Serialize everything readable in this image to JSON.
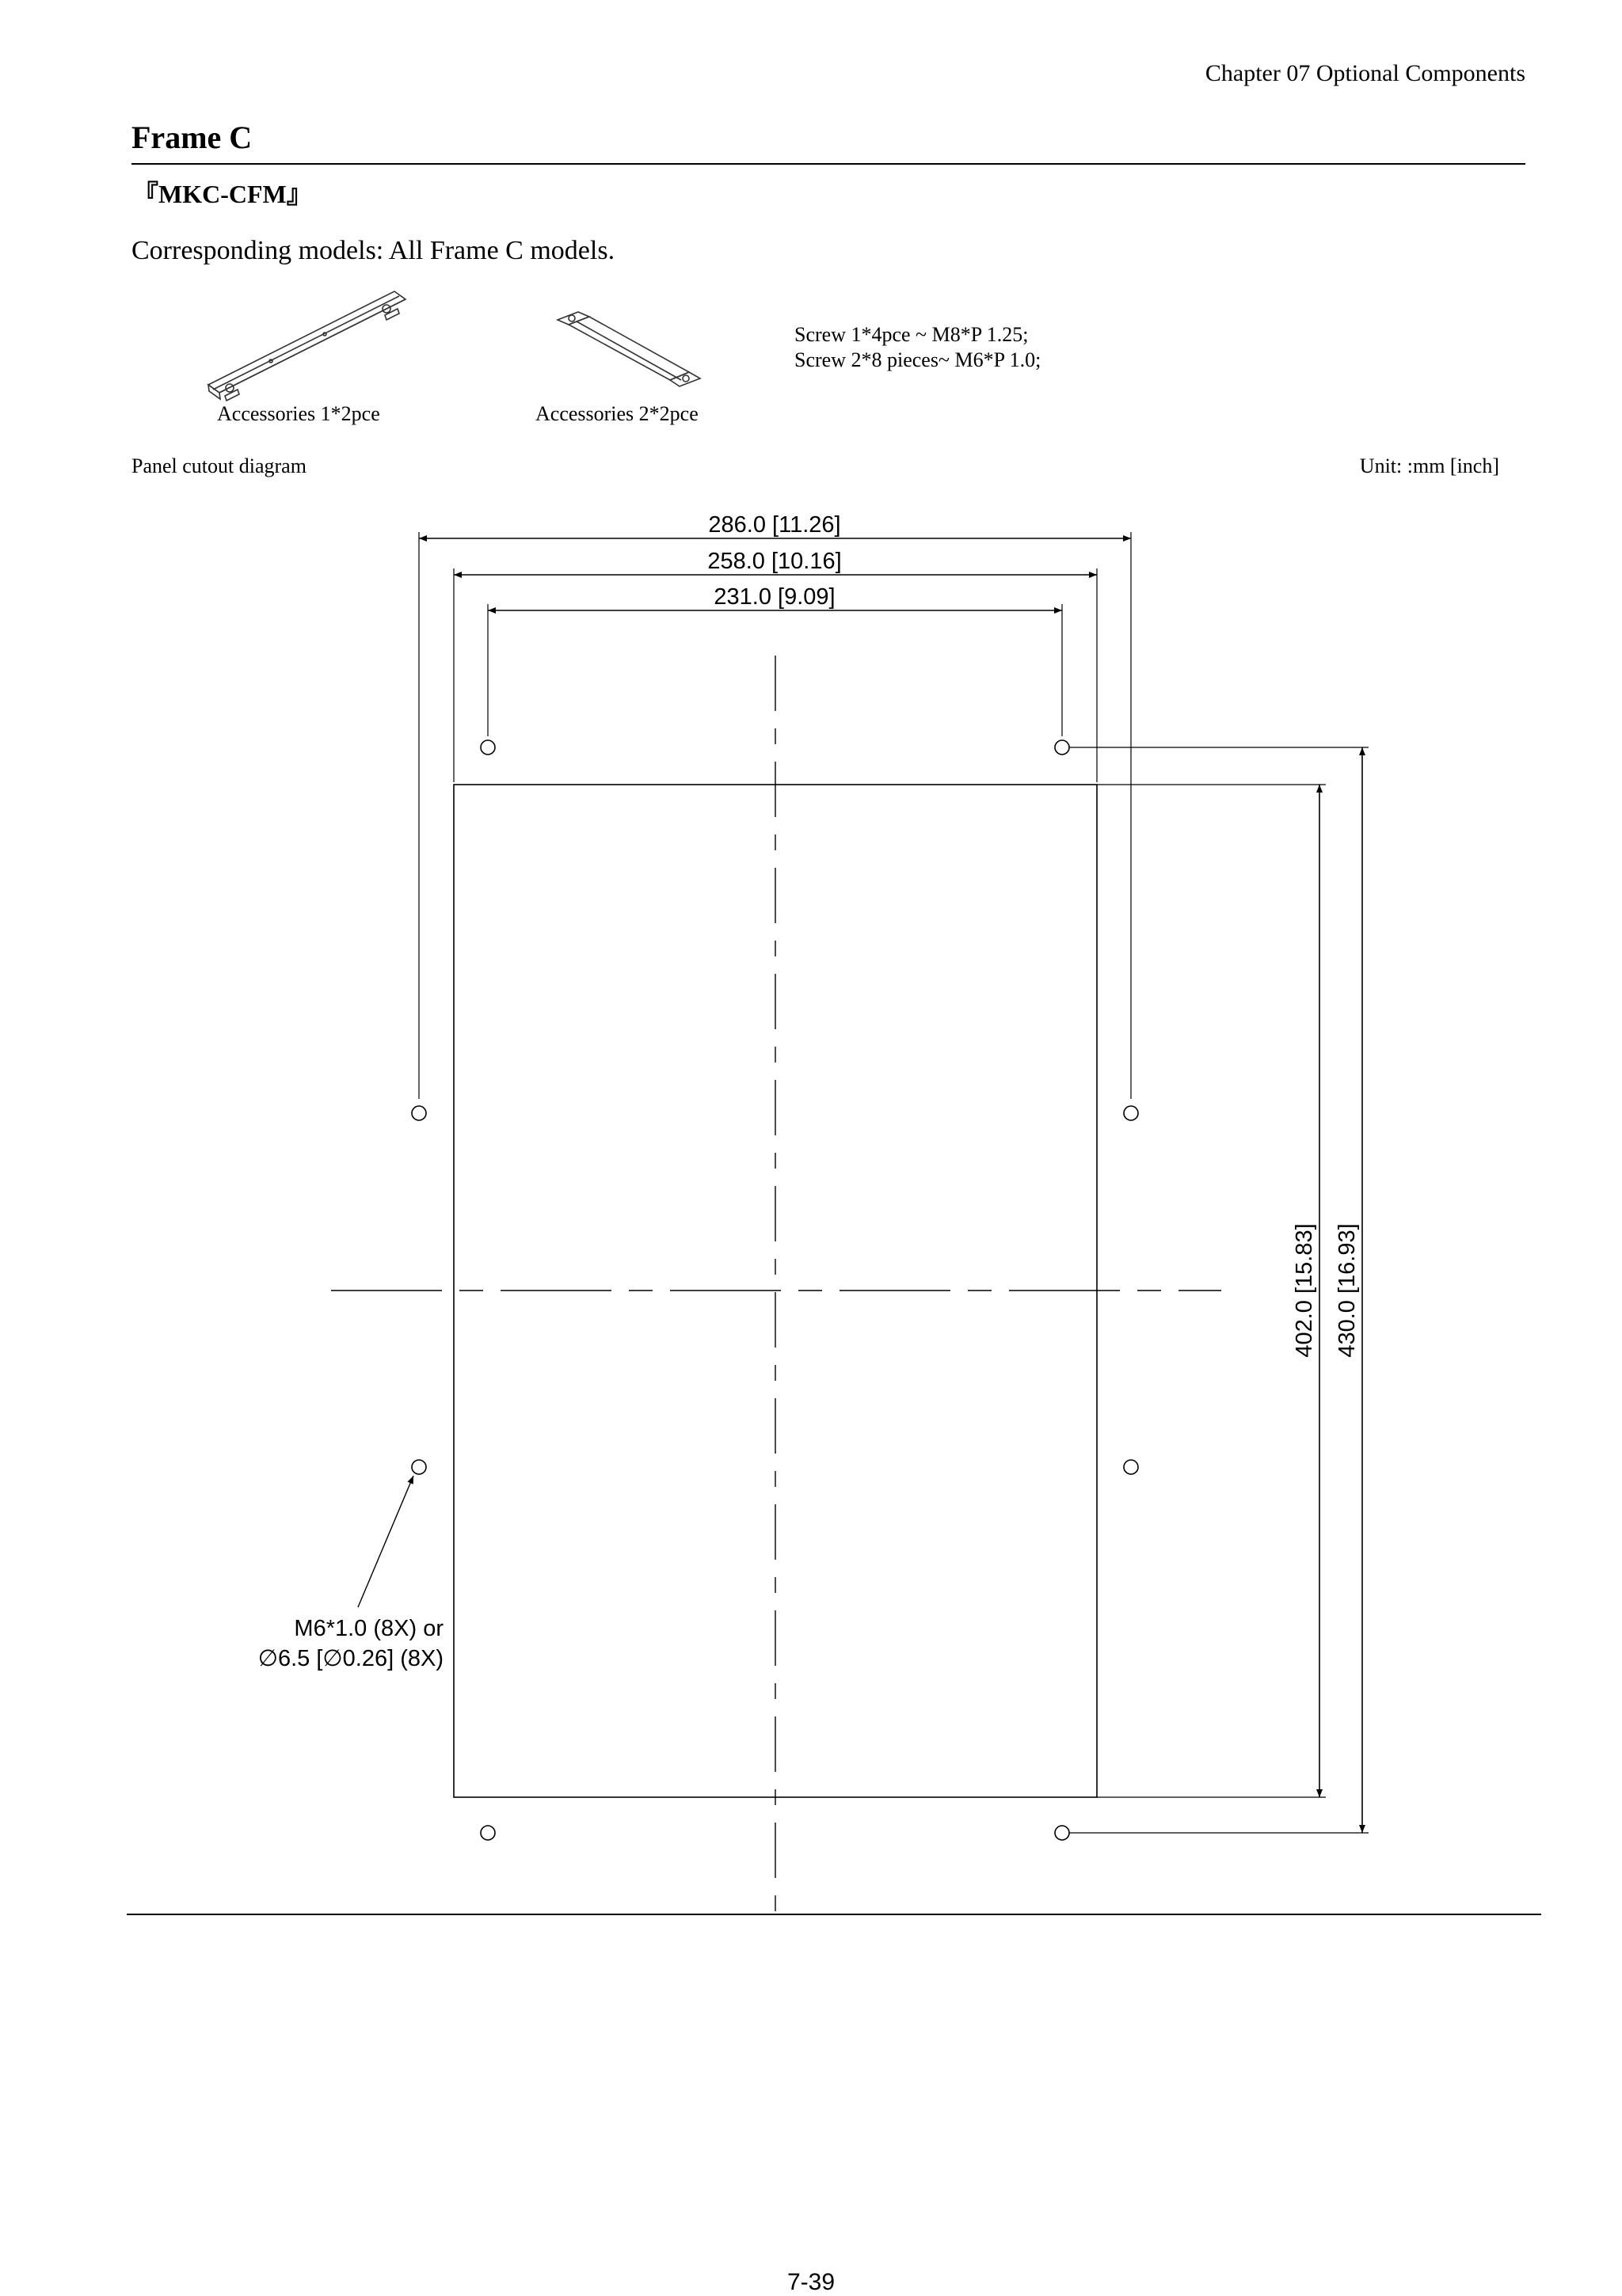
{
  "header": {
    "chapter": "Chapter 07 Optional Components"
  },
  "title": "Frame C",
  "model": "『MKC-CFM』",
  "corresponding_models": "Corresponding models: All Frame C models.",
  "accessories": {
    "item1_label": "Accessories 1*2pce",
    "item2_label": "Accessories 2*2pce"
  },
  "screws": {
    "line1": "Screw 1*4pce ~ M8*P 1.25;",
    "line2": "Screw 2*8 pieces~ M6*P 1.0;"
  },
  "diagram": {
    "caption": "Panel cutout diagram",
    "unit": "Unit: :mm [inch]",
    "dim_width_outer": "286.0 [11.26]",
    "dim_width_cutout": "258.0 [10.16]",
    "dim_width_holes": "231.0 [9.09]",
    "dim_height_cutout": "402.0 [15.83]",
    "dim_height_outer": "430.0 [16.93]",
    "hole_callout_line1": "M6*1.0 (8X) or",
    "hole_callout_line2": "∅6.5 [∅0.26] (8X)"
  },
  "footer": {
    "page_number": "7-39"
  }
}
